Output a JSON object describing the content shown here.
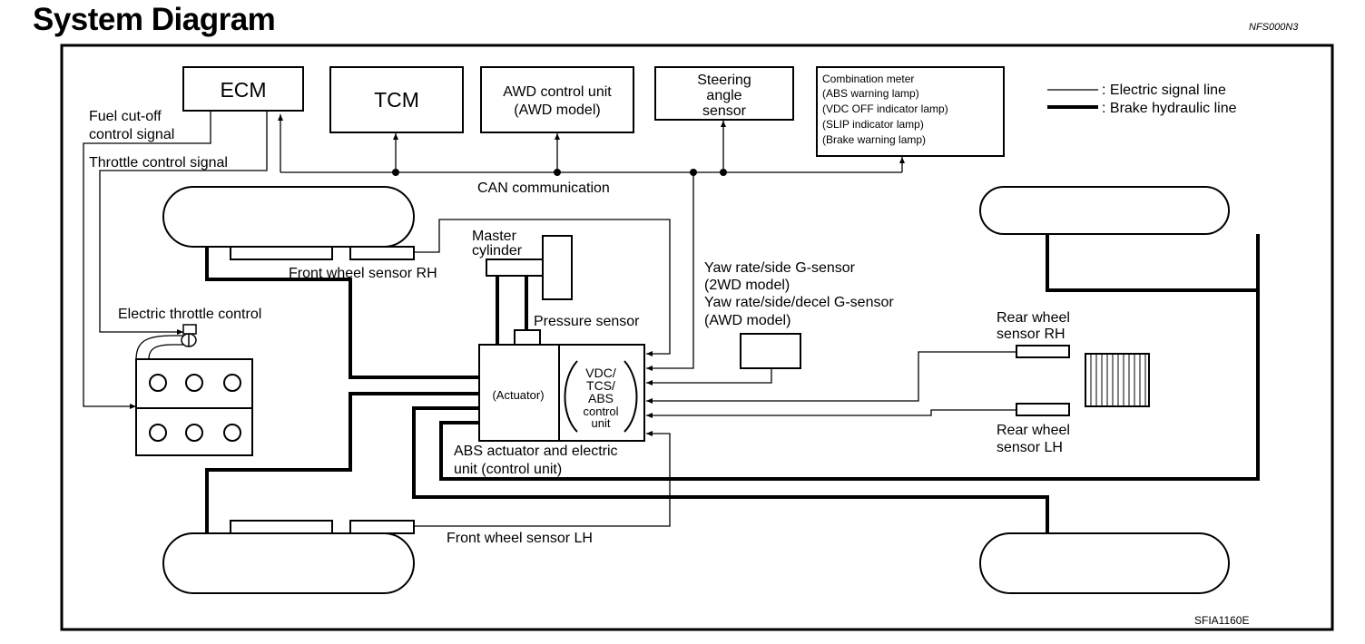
{
  "header": {
    "title": "System Diagram",
    "doc_code": "NFS000N3"
  },
  "footer": {
    "figure_code": "SFIA1160E"
  },
  "legend": {
    "electric": ": Electric signal line",
    "hydraulic": ": Brake hydraulic line"
  },
  "modules": {
    "ecm": "ECM",
    "tcm": "TCM",
    "awd_line1": "AWD control unit",
    "awd_line2": "(AWD model)",
    "steer_line1": "Steering",
    "steer_line2": "angle",
    "steer_line3": "sensor",
    "meter_line1": "Combination meter",
    "meter_line2": "(ABS warning lamp)",
    "meter_line3": "(VDC OFF indicator lamp)",
    "meter_line4": "(SLIP indicator lamp)",
    "meter_line5": "(Brake warning lamp)"
  },
  "signals": {
    "fuel_cut_1": "Fuel cut-off",
    "fuel_cut_2": "control signal",
    "throttle_signal": "Throttle control signal",
    "can": "CAN communication"
  },
  "components": {
    "front_rh": "Front wheel sensor RH",
    "front_lh": "Front wheel sensor LH",
    "master_1": "Master",
    "master_2": "cylinder",
    "pressure": "Pressure sensor",
    "throttle": "Electric throttle control",
    "yaw_1": "Yaw rate/side G-sensor",
    "yaw_2": "(2WD model)",
    "yaw_3": "Yaw rate/side/decel G-sensor",
    "yaw_4": "(AWD model)",
    "rear_rh_1": "Rear wheel",
    "rear_rh_2": "sensor RH",
    "rear_lh_1": "Rear wheel",
    "rear_lh_2": "sensor LH",
    "actuator": "(Actuator)",
    "vdc_1": "VDC/",
    "vdc_2": "TCS/",
    "vdc_3": "ABS",
    "vdc_4": "control",
    "vdc_5": "unit",
    "abs_1": "ABS actuator and electric",
    "abs_2": "unit (control unit)"
  }
}
